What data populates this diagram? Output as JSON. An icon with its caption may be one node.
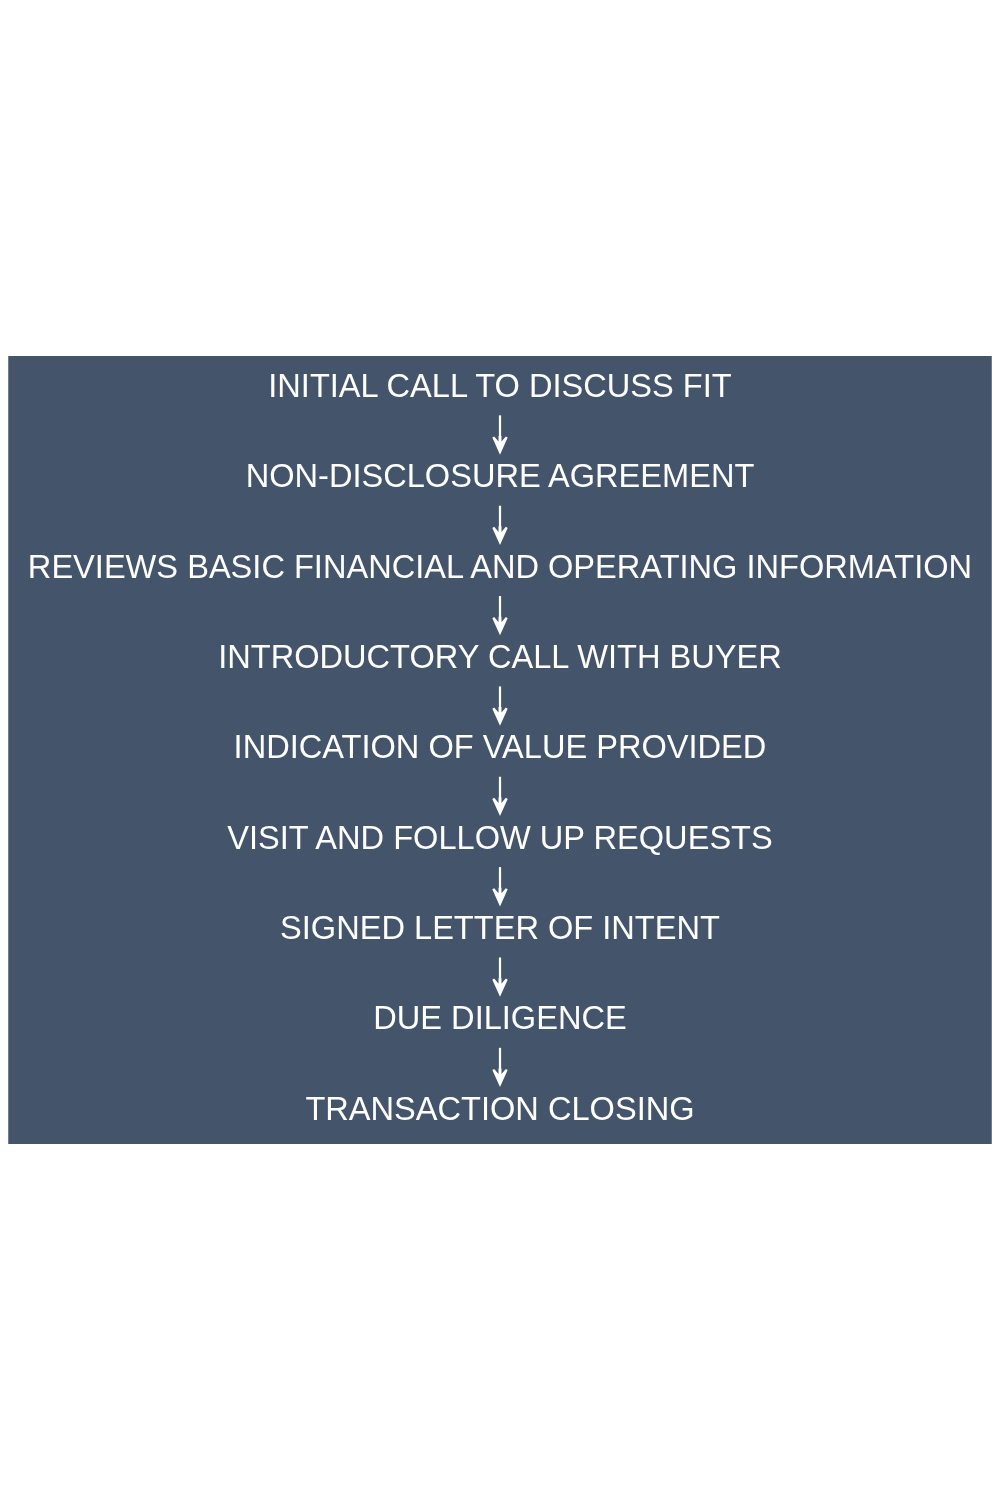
{
  "diagram": {
    "nodes": [
      {
        "text": [
          "INITIAL CALL TO DISCUSS FIT"
        ]
      },
      {
        "text": [
          "NON-DISCLOSURE AGREEMENT"
        ]
      },
      {
        "text": [
          "REVIEWS BASIC FINANCIAL AND OPERATING INFORMATION"
        ]
      },
      {
        "text": [
          "INTRODUCTORY CALL WITH BUYER"
        ]
      },
      {
        "text": [
          "INDICATION OF VALUE PROVIDED"
        ]
      },
      {
        "text": [
          "VISIT AND FOLLOW UP REQUESTS"
        ]
      },
      {
        "text": [
          "SIGNED LETTER OF INTENT"
        ]
      },
      {
        "text": [
          "DUE DILIGENCE"
        ]
      },
      {
        "text": [
          "TRANSACTION CLOSING"
        ]
      }
    ],
    "edges": [
      {
        "from": 0,
        "to": 1,
        "arrow": "to"
      },
      {
        "from": 1,
        "to": 2,
        "arrow": "to"
      },
      {
        "from": 2,
        "to": 3,
        "arrow": "to"
      },
      {
        "from": 3,
        "to": 4,
        "arrow": "to"
      },
      {
        "from": 4,
        "to": 5,
        "arrow": "to"
      },
      {
        "from": 5,
        "to": 6,
        "arrow": "to"
      },
      {
        "from": 6,
        "to": 7,
        "arrow": "to"
      },
      {
        "from": 7,
        "to": 8,
        "arrow": "to"
      }
    ]
  }
}
